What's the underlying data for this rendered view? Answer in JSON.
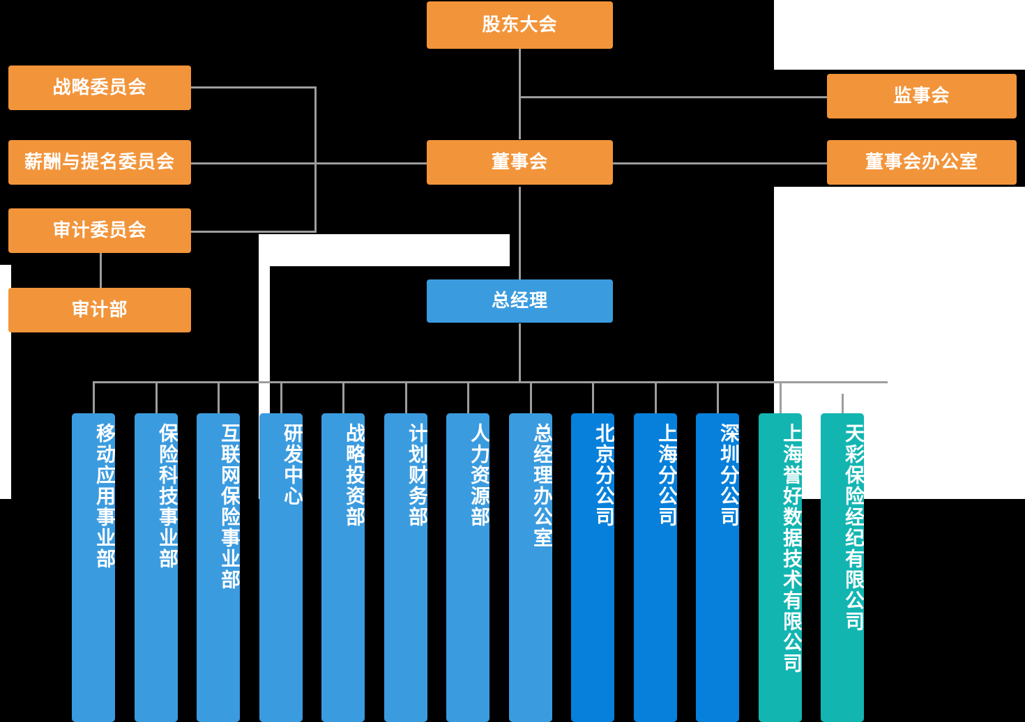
{
  "colors": {
    "orange": "#f2943a",
    "blue_light": "#3b9bdf",
    "blue_mid": "#0680db",
    "teal": "#13b5b1",
    "line": "#9d9d9d",
    "background": "#000000",
    "text": "#ffffff"
  },
  "chart_data": {
    "type": "diagram",
    "title": "组织架构图",
    "orientation": "top-down org chart",
    "nodes": [
      {
        "id": "shareholders",
        "label": "股东大会",
        "level": 0,
        "color": "#f2943a",
        "shape": "horizontal"
      },
      {
        "id": "board",
        "label": "董事会",
        "level": 1,
        "color": "#f2943a",
        "shape": "horizontal"
      },
      {
        "id": "supervisory",
        "label": "监事会",
        "level": 1,
        "color": "#f2943a",
        "shape": "horizontal"
      },
      {
        "id": "board_office",
        "label": "董事会办公室",
        "level": 2,
        "color": "#f2943a",
        "shape": "horizontal"
      },
      {
        "id": "strategy_committee",
        "label": "战略委员会",
        "level": 2,
        "color": "#f2943a",
        "shape": "horizontal"
      },
      {
        "id": "comp_nom_committee",
        "label": "薪酬与提名委员会",
        "level": 2,
        "color": "#f2943a",
        "shape": "horizontal"
      },
      {
        "id": "audit_committee",
        "label": "审计委员会",
        "level": 2,
        "color": "#f2943a",
        "shape": "horizontal"
      },
      {
        "id": "audit_dept",
        "label": "审计部",
        "level": 3,
        "color": "#f2943a",
        "shape": "horizontal"
      },
      {
        "id": "general_manager",
        "label": "总经理",
        "level": 3,
        "color": "#3b9bdf",
        "shape": "horizontal"
      }
    ],
    "edges": [
      {
        "from": "shareholders",
        "to": "board"
      },
      {
        "from": "shareholders",
        "to": "supervisory"
      },
      {
        "from": "board",
        "to": "board_office"
      },
      {
        "from": "board",
        "to": "strategy_committee"
      },
      {
        "from": "board",
        "to": "comp_nom_committee"
      },
      {
        "from": "board",
        "to": "audit_committee"
      },
      {
        "from": "audit_committee",
        "to": "audit_dept"
      },
      {
        "from": "board",
        "to": "general_manager"
      },
      {
        "from": "general_manager",
        "to": "departments"
      }
    ]
  },
  "top": {
    "shareholders_meeting": "股东大会"
  },
  "left_column": [
    {
      "label": "战略委员会",
      "name": "strategy-committee"
    },
    {
      "label": "薪酬与提名委员会",
      "name": "compensation-nomination-committee"
    },
    {
      "label": "审计委员会",
      "name": "audit-committee"
    },
    {
      "label": "审计部",
      "name": "audit-department"
    }
  ],
  "center_column": [
    {
      "label": "董事会",
      "name": "board-of-directors"
    },
    {
      "label": "总经理",
      "name": "general-manager"
    }
  ],
  "right_column": [
    {
      "label": "监事会",
      "name": "supervisory-board"
    },
    {
      "label": "董事会办公室",
      "name": "board-of-directors-office"
    }
  ],
  "departments": [
    {
      "label": "移动应用事业部",
      "name": "mobile-application-division",
      "tone": "light"
    },
    {
      "label": "保险科技事业部",
      "name": "insurance-technology-division",
      "tone": "light"
    },
    {
      "label": "互联网保险事业部",
      "name": "internet-insurance-division",
      "tone": "light"
    },
    {
      "label": "研发中心",
      "name": "rnd-center",
      "tone": "light"
    },
    {
      "label": "战略投资部",
      "name": "strategic-investment-department",
      "tone": "light"
    },
    {
      "label": "计划财务部",
      "name": "planning-finance-department",
      "tone": "light"
    },
    {
      "label": "人力资源部",
      "name": "human-resources-department",
      "tone": "light"
    },
    {
      "label": "总经理办公室",
      "name": "general-manager-office",
      "tone": "light"
    },
    {
      "label": "北京分公司",
      "name": "beijing-branch",
      "tone": "mid"
    },
    {
      "label": "上海分公司",
      "name": "shanghai-branch",
      "tone": "mid"
    },
    {
      "label": "深圳分公司",
      "name": "shenzhen-branch",
      "tone": "mid"
    },
    {
      "label": "上海誉好数据技术有限公司",
      "name": "shanghai-yuhao-data-technology-co-ltd",
      "tone": "teal"
    },
    {
      "label": "天彩保险经纪有限公司",
      "name": "tiancai-insurance-brokerage-co-ltd",
      "tone": "teal"
    }
  ]
}
